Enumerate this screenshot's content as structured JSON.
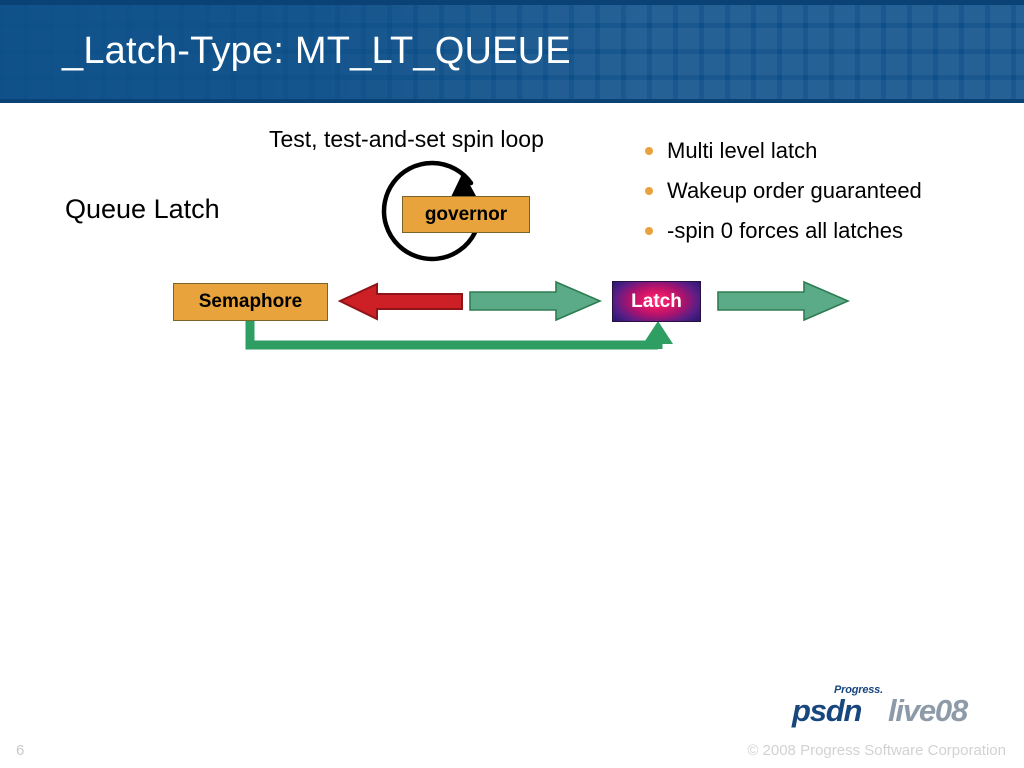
{
  "slide": {
    "title": "_Latch-Type: MT_LT_QUEUE",
    "page_number": "6",
    "copyright": "© 2008 Progress Software Corporation"
  },
  "logo": {
    "progress_word": "Progress.",
    "psdn_word": "psdn",
    "live_word": "live08"
  },
  "labels": {
    "spin_loop_caption": "Test, test-and-set spin loop",
    "queue_latch": "Queue Latch"
  },
  "bullets": [
    {
      "text": "Multi level latch"
    },
    {
      "text": "Wakeup order guaranteed"
    },
    {
      "text": "-spin 0 forces all latches"
    }
  ],
  "nodes": {
    "governor": "governor",
    "semaphore": "Semaphore",
    "latch": "Latch"
  },
  "colors": {
    "header_blue": "#0d4f89",
    "box_orange": "#e8a33d",
    "box_orange_border": "#7b6427",
    "arrow_red": "#cc2026",
    "arrow_red_border": "#8f1418",
    "arrow_green": "#5cab88",
    "arrow_green_border": "#2e7d52",
    "connector_green": "#2f9e63",
    "bullet_dot": "#e8a33d",
    "latch_gradient_center": "#ff2e7a",
    "latch_gradient_edge": "#2a1a74",
    "footer_gray": "#d2d2d2",
    "logo_navy": "#18477e",
    "logo_gray": "#8d9aa8"
  },
  "arrows": {
    "spin_loop_arrow": "circular-clockwise-arrow",
    "latch_to_semaphore": "red-left-arrow",
    "semaphore_to_latch_upper": "green-right-arrow",
    "latch_outbound": "green-right-arrow",
    "semaphore_to_latch_feedback": "green-elbow-up-arrow"
  }
}
